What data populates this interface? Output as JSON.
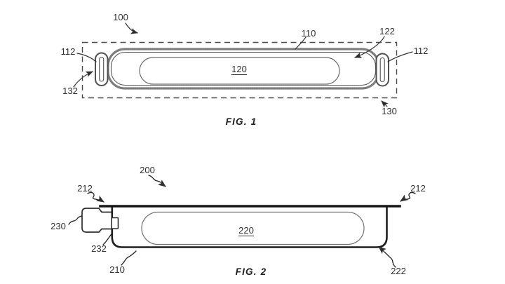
{
  "figure1": {
    "caption": "FIG. 1",
    "labels": {
      "ref100": "100",
      "ref110": "110",
      "ref112_left": "112",
      "ref112_right": "112",
      "ref120": "120",
      "ref122": "122",
      "ref130": "130",
      "ref132": "132"
    }
  },
  "figure2": {
    "caption": "FIG. 2",
    "labels": {
      "ref200": "200",
      "ref210": "210",
      "ref212_left": "212",
      "ref212_right": "212",
      "ref220": "220",
      "ref222": "222",
      "ref230": "230",
      "ref232": "232"
    }
  },
  "colors": {
    "fig1_outline": "#8f8f8f",
    "fig1_detail": "#4f4f4f",
    "fig2_outline": "#1c1c1c",
    "leader": "#333333",
    "text": "#2f2f2f",
    "background": "#ffffff"
  }
}
